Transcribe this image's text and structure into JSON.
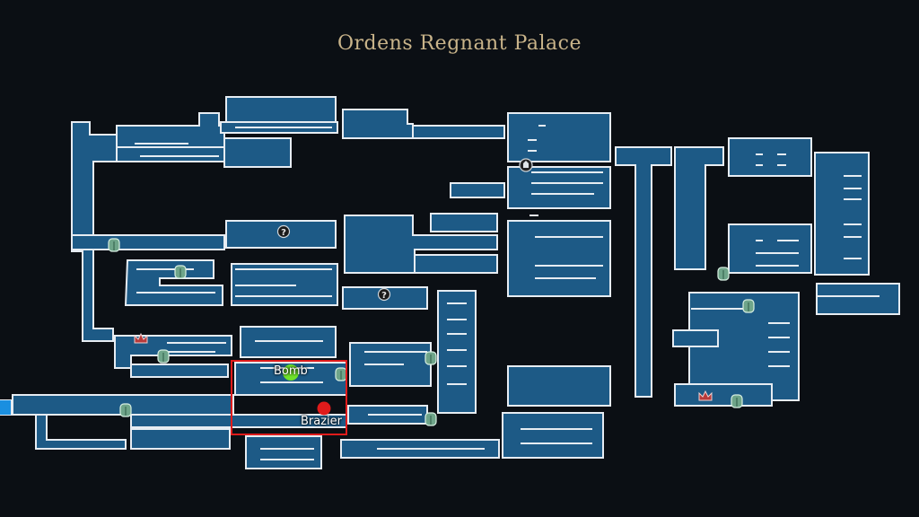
{
  "map": {
    "title": "Ordens Regnant Palace",
    "highlight_color": "#e01b1b",
    "room_color": "#1d5a86",
    "border_color": "#e6ecf2",
    "background_color": "#0b0f14"
  },
  "markers": {
    "bomb": {
      "label": "Bomb",
      "color": "#6fe22a"
    },
    "brazier": {
      "label": "Brazier",
      "color": "#e01b1b"
    }
  },
  "icons": {
    "save_door": "green-door-icon",
    "unknown": "question-mark-icon",
    "shrine": "shrine-icon",
    "boss": "red-crown-icon"
  }
}
